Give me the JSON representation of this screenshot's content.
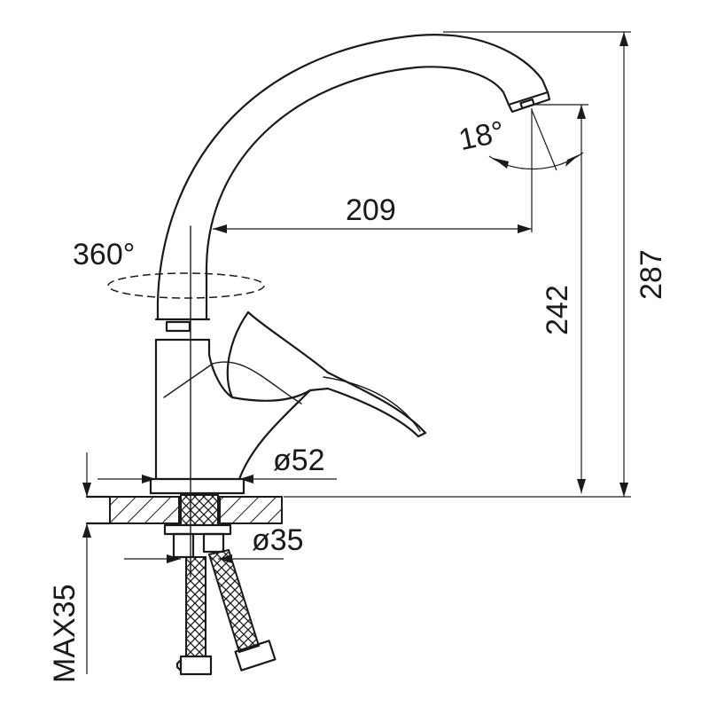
{
  "drawing": {
    "dimensions": {
      "reach": "209",
      "spout_height": "242",
      "total_height": "287",
      "rotation": "360°",
      "aerator_angle": "18°",
      "base_diameter": "ø52",
      "hole_diameter": "ø35",
      "max_thickness": "MAX35"
    }
  }
}
